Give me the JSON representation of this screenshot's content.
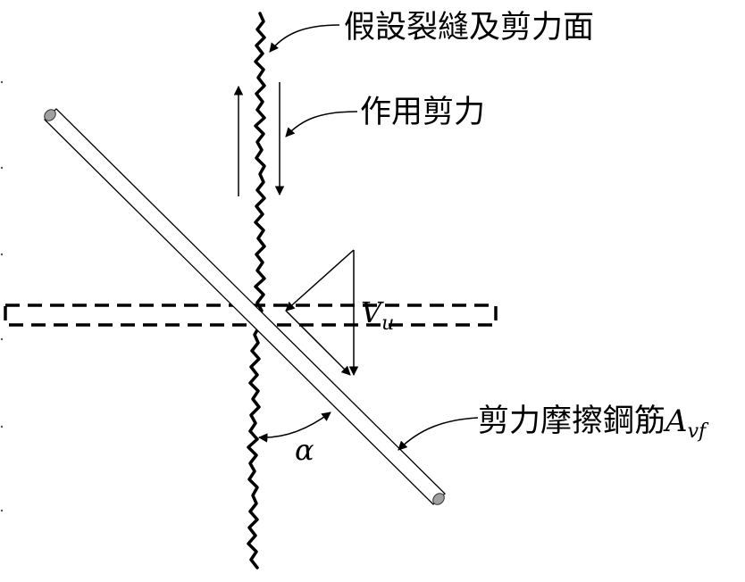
{
  "labels": {
    "crack_plane": "假設裂縫及剪力面",
    "applied_shear": "作用剪力",
    "friction_rebar": "剪力摩擦鋼筋",
    "rebar_symbol": "A",
    "rebar_subscript": "vf",
    "shear_force_symbol": "V",
    "shear_force_subscript": "u",
    "angle_symbol": "α"
  },
  "colors": {
    "line": "#000000",
    "background": "#ffffff",
    "rebar_end": "#a0a0a0"
  }
}
